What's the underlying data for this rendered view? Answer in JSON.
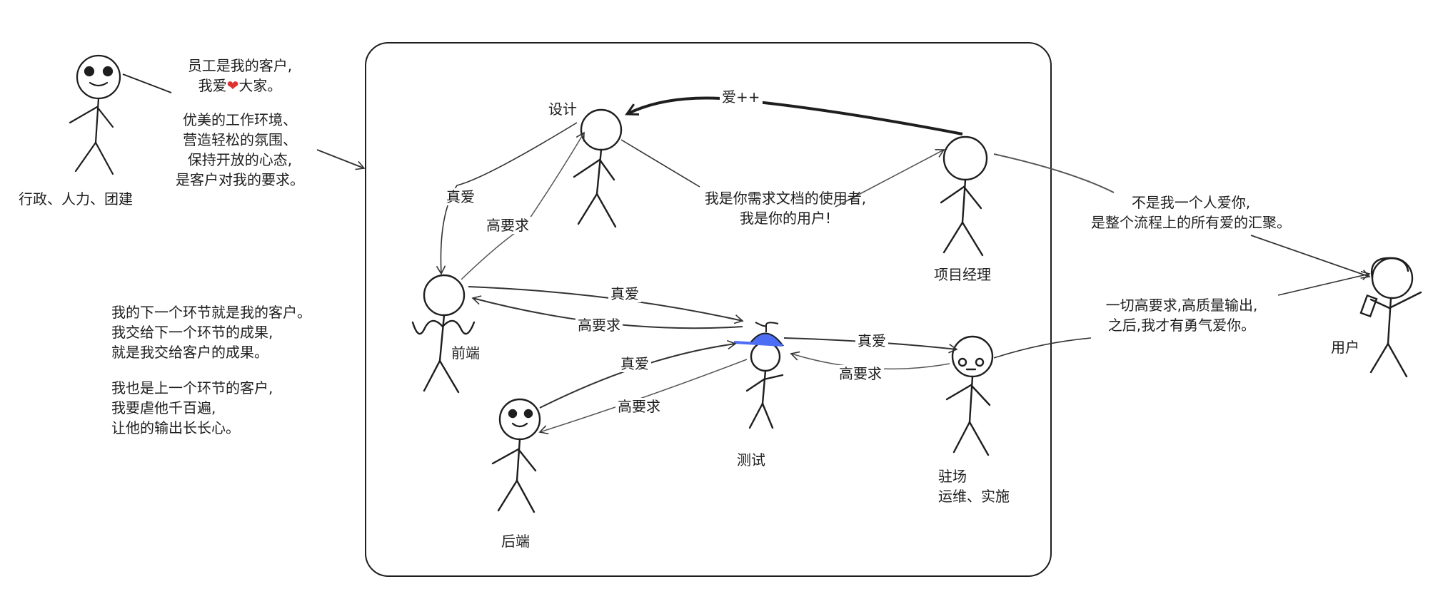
{
  "roles": {
    "admin": "行政、人力、团建",
    "design": "设计",
    "pm": "项目经理",
    "frontend": "前端",
    "backend": "后端",
    "qa": "测试",
    "onsite_line1": "驻场",
    "onsite_line2": "运维、实施",
    "user": "用户"
  },
  "admin_note": {
    "line1": "员工是我的客户,",
    "line2_pre": "我爱",
    "heart": "❤",
    "line2_post": "大家。",
    "line3": "优美的工作环境、",
    "line4": "营造轻松的氛围、",
    "line5": "保持开放的心态,",
    "line6": "是客户对我的要求。"
  },
  "left_note": {
    "line1": "我的下一个环节就是我的客户。",
    "line2": "我交给下一个环节的成果,",
    "line3": "就是我交给客户的成果。",
    "line4": "我也是上一个环节的客户,",
    "line5": "我要虐他千百遍,",
    "line6": "让他的输出长长心。"
  },
  "design_note": {
    "line1": "我是你需求文档的使用者,",
    "line2": "我是你的用户!"
  },
  "pm_note": {
    "line1": "不是我一个人爱你,",
    "line2": "是整个流程上的所有爱的汇聚。"
  },
  "onsite_note": {
    "line1": "一切高要求,高质量输出,",
    "line2": "之后,我才有勇气爱你。"
  },
  "edge_labels": {
    "love": "真爱",
    "demand": "高要求",
    "love_plus": "爱++"
  },
  "colors": {
    "stroke": "#1e1e1e",
    "arrow_light": "#555555",
    "hat": "#4c6ef5",
    "heart": "#e03131"
  }
}
